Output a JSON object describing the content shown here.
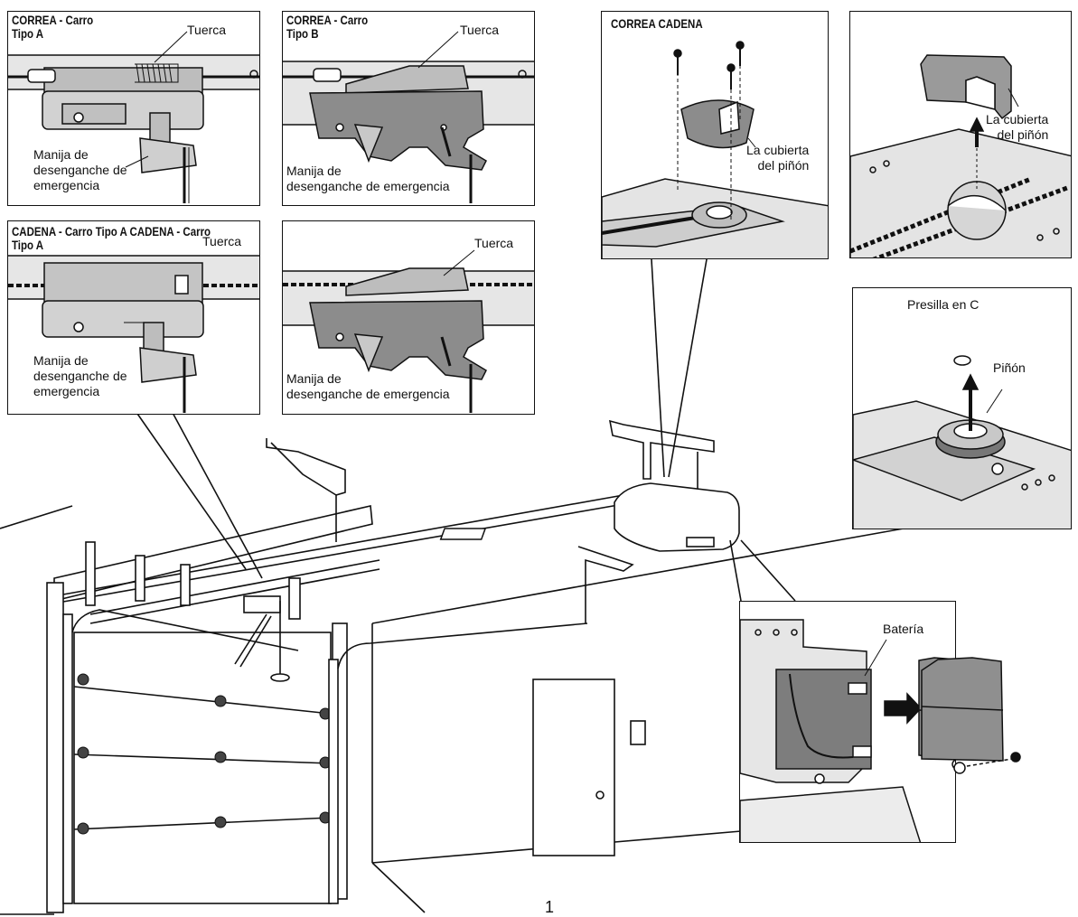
{
  "panels": {
    "correa_tipo_a": {
      "title": "CORREA - Carro\nTipo A",
      "nut_label": "Tuerca",
      "handle_label": "Manija de\ndesenganche de\nemergencia"
    },
    "correa_tipo_b": {
      "title": "CORREA - Carro\nTipo B",
      "nut_label": "Tuerca",
      "handle_label": "Manija de\ndesenganche de emergencia"
    },
    "cadena_titles": "CADENA - Carro Tipo A CADENA - Carro Tipo A",
    "cadena_tipo_a": {
      "nut_label": "Tuerca",
      "handle_label": "Manija de\ndesenganche de\nemergencia"
    },
    "cadena_tipo_b": {
      "nut_label": "Tuerca",
      "handle_label": "Manija de\ndesenganche de emergencia"
    },
    "correa_cadena": {
      "title": "CORREA CADENA",
      "cover_label": "La cubierta\ndel piñón"
    },
    "sprocket_cover": {
      "cover_label": "La cubierta\ndel piñón"
    },
    "sprocket": {
      "clip_label": "Presilla en C",
      "sprocket_label": "Piñón"
    },
    "battery": {
      "battery_label": "Batería"
    }
  },
  "page_number": "1"
}
